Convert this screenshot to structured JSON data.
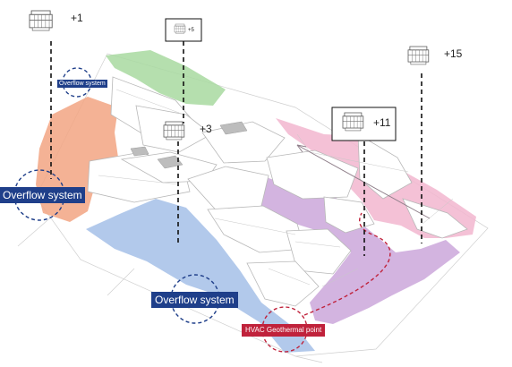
{
  "colors": {
    "orange_zone": "#f2a482",
    "green_zone": "#a8d9a0",
    "blue_zone": "#9fbbe6",
    "purple_zone": "#c8a1d8",
    "pink_zone": "#f2b6cf",
    "overflow_label": "#1f3f8a",
    "hvac_label": "#c0223b",
    "dashed_line": "#111111"
  },
  "overflow_labels": {
    "small": "Overflow system",
    "left": "Overflow system",
    "bottom": "Overflow system"
  },
  "hvac_label": "HVAC Geothermal point",
  "levels": {
    "top_left": "+1",
    "top_mid": "+5",
    "center": "+3",
    "right_boxed": "+11",
    "far_right": "+15"
  },
  "icon": "circular-tower-icon"
}
